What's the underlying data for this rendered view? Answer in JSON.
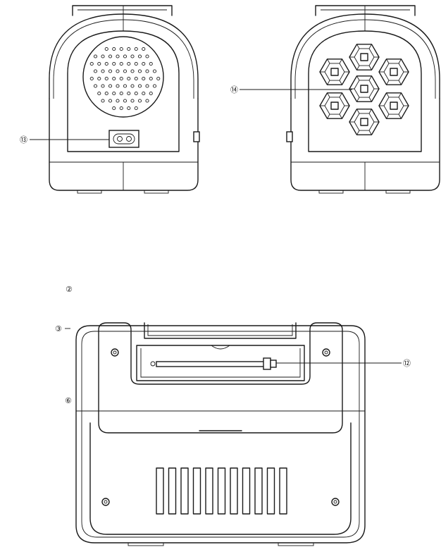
{
  "callouts": {
    "c13": "⑬",
    "c14": "⑭",
    "c2": "②",
    "c3": "③",
    "c6": "⑥",
    "c12": "⑫"
  },
  "icons": {
    "speaker": "speaker-grille-icon",
    "socket": "power-socket-icon",
    "led": "hexagon-led-icon",
    "vent": "vent-slot-icon",
    "screw": "screw-icon"
  },
  "colors": {
    "line": "#1a1a1a",
    "background": "#ffffff"
  }
}
